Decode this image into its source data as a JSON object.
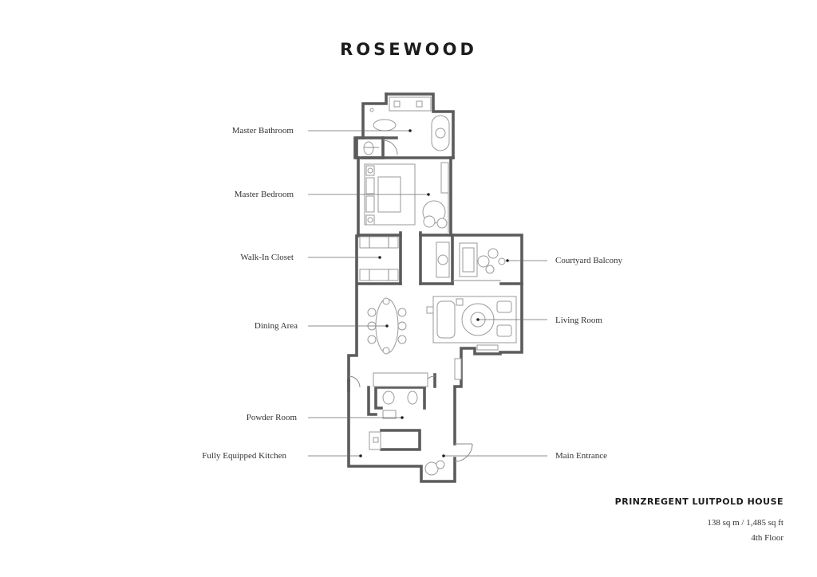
{
  "brand": "ROSEWOOD",
  "property": {
    "name": "PRINZREGENT LUITPOLD HOUSE",
    "area": "138 sq m / 1,485 sq ft",
    "floor": "4th Floor"
  },
  "rooms_left": [
    {
      "label": "Master Bathroom"
    },
    {
      "label": "Master Bedroom"
    },
    {
      "label": "Walk-In Closet"
    },
    {
      "label": "Dining Area"
    },
    {
      "label": "Powder Room"
    },
    {
      "label": "Fully Equipped Kitchen"
    }
  ],
  "rooms_right": [
    {
      "label": "Courtyard Balcony"
    },
    {
      "label": "Living Room"
    },
    {
      "label": "Main Entrance"
    }
  ]
}
